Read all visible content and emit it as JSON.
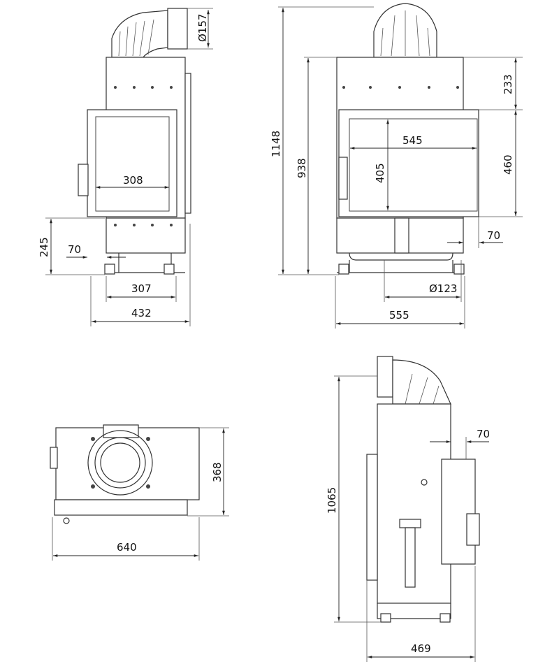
{
  "views": {
    "front_left": {
      "dimensions": {
        "flue_diameter": "Ø157",
        "glass_width": "308",
        "height_floor_to_door": "245",
        "side_offset": "70",
        "leg_span": "307",
        "total_width": "432"
      }
    },
    "front_right": {
      "dimensions": {
        "total_height": "1148",
        "body_height": "938",
        "top_to_door": "233",
        "door_height": "460",
        "glass_width": "545",
        "glass_height": "405",
        "side_offset": "70",
        "air_inlet_diameter": "Ø123",
        "total_width": "555"
      }
    },
    "top": {
      "dimensions": {
        "depth": "368",
        "width": "640"
      }
    },
    "side": {
      "dimensions": {
        "height": "1065",
        "side_offset": "70",
        "depth": "469"
      }
    }
  }
}
